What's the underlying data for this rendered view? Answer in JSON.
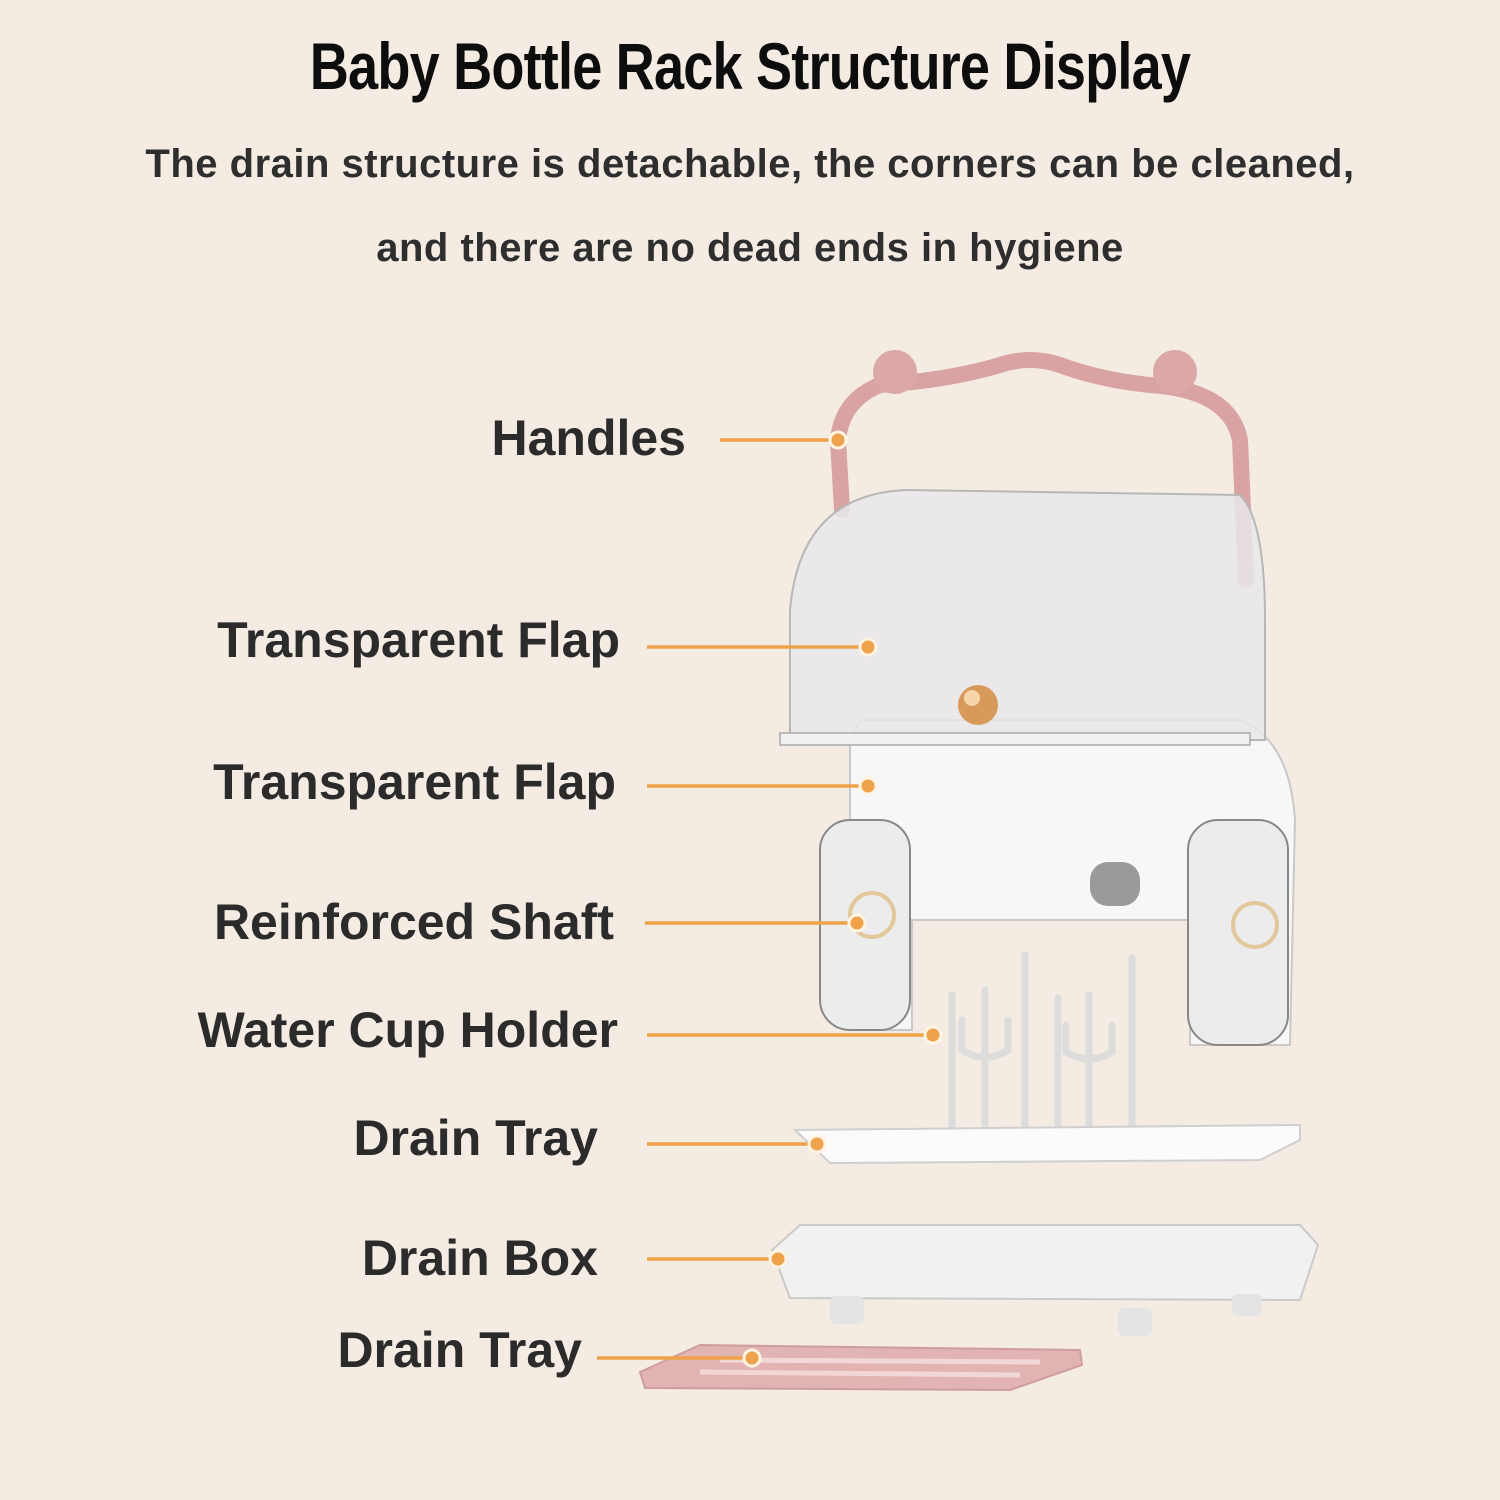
{
  "title": "Baby Bottle Rack Structure Display",
  "subtitle_line1": "The drain structure is detachable, the corners can be cleaned,",
  "subtitle_line2": "and there are no dead ends in hygiene",
  "labels": [
    {
      "text": "Handles"
    },
    {
      "text": "Transparent Flap"
    },
    {
      "text": "Transparent Flap"
    },
    {
      "text": "Reinforced Shaft"
    },
    {
      "text": "Water Cup Holder"
    },
    {
      "text": "Drain Tray"
    },
    {
      "text": "Drain Box"
    },
    {
      "text": "Drain Tray"
    }
  ],
  "colors": {
    "background": "#f4ebe2",
    "leader": "#eea24a",
    "handle": "#d9a3a3",
    "tray_pink": "#e2b3b3"
  }
}
